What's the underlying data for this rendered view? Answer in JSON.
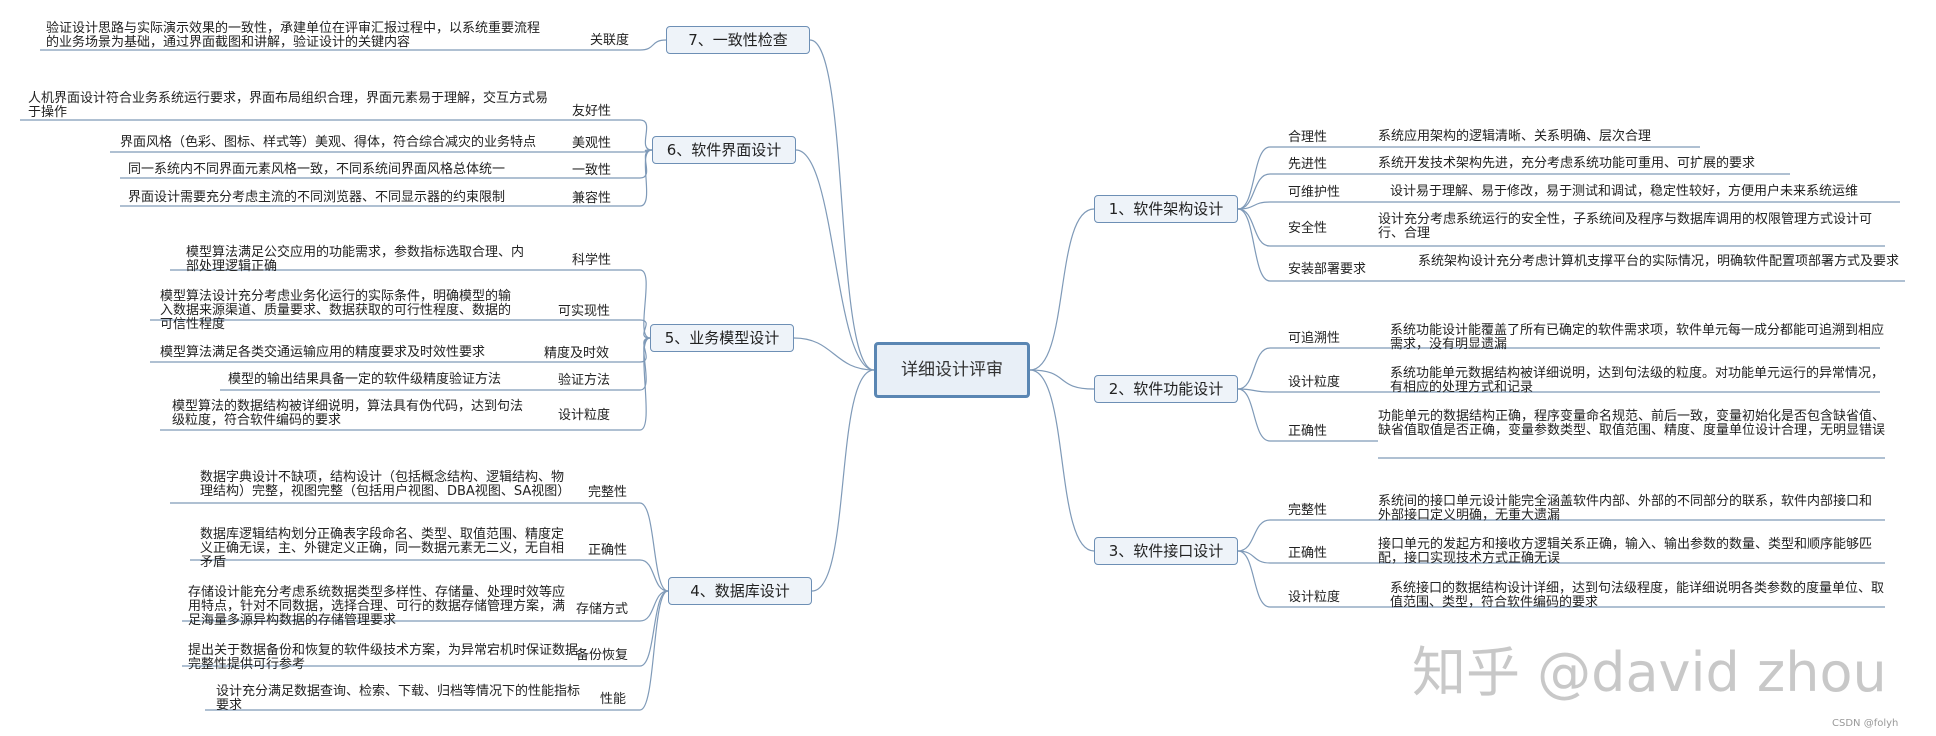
{
  "center": "详细设计评审",
  "branches": [
    {
      "title": "1、软件架构设计",
      "items": [
        {
          "category": "合理性",
          "desc": "系统应用架构的逻辑清晰、关系明确、层次合理"
        },
        {
          "category": "先进性",
          "desc": "系统开发技术架构先进，充分考虑系统功能可重用、可扩展的要求"
        },
        {
          "category": "可维护性",
          "desc": "设计易于理解、易于修改，易于测试和调试，稳定性较好，方便用户未来系统运维"
        },
        {
          "category": "安全性",
          "desc": "设计充分考虑系统运行的安全性，子系统间及程序与数据库调用的权限管理方式设计可行、合理"
        },
        {
          "category": "安装部署要求",
          "desc": "系统架构设计充分考虑计算机支撑平台的实际情况，明确软件配置项部署方式及要求"
        }
      ]
    },
    {
      "title": "2、软件功能设计",
      "items": [
        {
          "category": "可追溯性",
          "desc": "系统功能设计能覆盖了所有已确定的软件需求项，软件单元每一成分都能可追溯到相应需求，没有明显遗漏"
        },
        {
          "category": "设计粒度",
          "desc": "系统功能单元数据结构被详细说明，达到句法级的粒度。对功能单元运行的异常情况，有相应的处理方式和记录"
        },
        {
          "category": "正确性",
          "desc": "功能单元的数据结构正确，程序变量命名规范、前后一致，变量初始化是否包含缺省值、缺省值取值是否正确，变量参数类型、取值范围、精度、度量单位设计合理，无明显错误"
        }
      ]
    },
    {
      "title": "3、软件接口设计",
      "items": [
        {
          "category": "完整性",
          "desc": "系统间的接口单元设计能完全涵盖软件内部、外部的不同部分的联系，软件内部接口和外部接口定义明确，无重大遗漏"
        },
        {
          "category": "正确性",
          "desc": "接口单元的发起方和接收方逻辑关系正确，输入、输出参数的数量、类型和顺序能够匹配，接口实现技术方式正确无误"
        },
        {
          "category": "设计粒度",
          "desc": "系统接口的数据结构设计详细，达到句法级程度，能详细说明各类参数的度量单位、取值范围、类型，符合软件编码的要求"
        }
      ]
    },
    {
      "title": "4、数据库设计",
      "items": [
        {
          "category": "完整性",
          "desc": "数据字典设计不缺项，结构设计（包括概念结构、逻辑结构、物理结构）完整，视图完整（包括用户视图、DBA视图、SA视图）"
        },
        {
          "category": "正确性",
          "desc": "数据库逻辑结构划分正确表字段命名、类型、取值范围、精度定义正确无误，主、外键定义正确，同一数据元素无二义，无自相矛盾"
        },
        {
          "category": "存储方式",
          "desc": "存储设计能充分考虑系统数据类型多样性、存储量、处理时效等应用特点，针对不同数据，选择合理、可行的数据存储管理方案，满足海量多源异构数据的存储管理要求"
        },
        {
          "category": "备份恢复",
          "desc": "提出关于数据备份和恢复的软件级技术方案，为异常宕机时保证数据完整性提供可行参考"
        },
        {
          "category": "性能",
          "desc": "设计充分满足数据查询、检索、下载、归档等情况下的性能指标要求"
        }
      ]
    },
    {
      "title": "5、业务模型设计",
      "items": [
        {
          "category": "科学性",
          "desc": "模型算法满足公交应用的功能需求，参数指标选取合理、内部处理逻辑正确"
        },
        {
          "category": "可实现性",
          "desc": "模型算法设计充分考虑业务化运行的实际条件，明确模型的输入数据来源渠道、质量要求、数据获取的可行性程度、数据的可信性程度"
        },
        {
          "category": "精度及时效",
          "desc": "模型算法满足各类交通运输应用的精度要求及时效性要求"
        },
        {
          "category": "验证方法",
          "desc": "模型的输出结果具备一定的软件级精度验证方法"
        },
        {
          "category": "设计粒度",
          "desc": "模型算法的数据结构被详细说明，算法具有伪代码，达到句法级粒度，符合软件编码的要求"
        }
      ]
    },
    {
      "title": "6、软件界面设计",
      "items": [
        {
          "category": "友好性",
          "desc": "人机界面设计符合业务系统运行要求，界面布局组织合理，界面元素易于理解，交互方式易于操作"
        },
        {
          "category": "美观性",
          "desc": "界面风格（色彩、图标、样式等）美观、得体，符合综合减灾的业务特点"
        },
        {
          "category": "一致性",
          "desc": "同一系统内不同界面元素风格一致，不同系统间界面风格总体统一"
        },
        {
          "category": "兼容性",
          "desc": "界面设计需要充分考虑主流的不同浏览器、不同显示器的约束限制"
        }
      ]
    },
    {
      "title": "7、一致性检查",
      "items": [
        {
          "category": "关联度",
          "desc": "验证设计思路与实际演示效果的一致性，承建单位在评审汇报过程中，以系统重要流程的业务场景为基础，通过界面截图和讲解，验证设计的关键内容"
        }
      ]
    }
  ],
  "watermark": "知乎 @david zhou",
  "credit": "CSDN @folyh"
}
